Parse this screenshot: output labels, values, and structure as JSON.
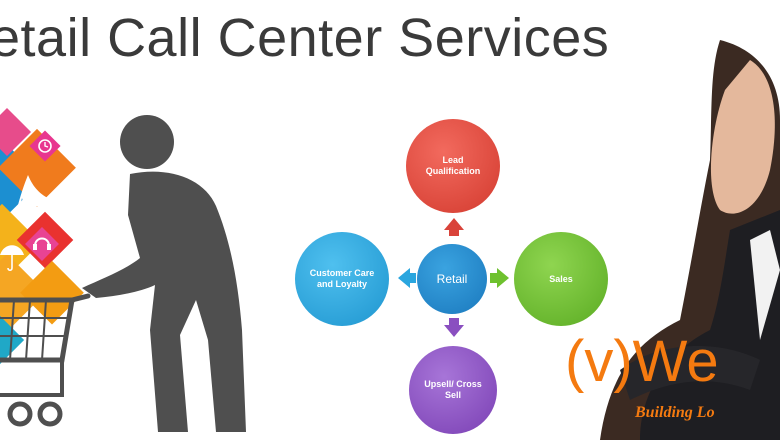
{
  "banner": {
    "title": "etail Call Center Services",
    "center_label": "Retail",
    "nodes": {
      "top": "Lead Qualification",
      "right": "Sales",
      "bottom": "Upsell/ Cross Sell",
      "left": "Customer Care and Loyalty"
    },
    "brand_name": "(v)We",
    "brand_tagline": "Building Lo"
  },
  "colors": {
    "title_text": "#3a3a3a",
    "brand_orange": "#f47a10",
    "node_top": "#e84a3c",
    "node_right": "#6ec12e",
    "node_bottom": "#8a4fc0",
    "node_left": "#2aa6df",
    "node_center": "#1f86c8",
    "silhouette": "#4f4f4f"
  },
  "icons": [
    "high-heel-icon",
    "clock-icon",
    "headphones-icon",
    "umbrella-icon",
    "shopping-cart-icon",
    "shopper-silhouette-icon",
    "businesswoman-photo"
  ]
}
